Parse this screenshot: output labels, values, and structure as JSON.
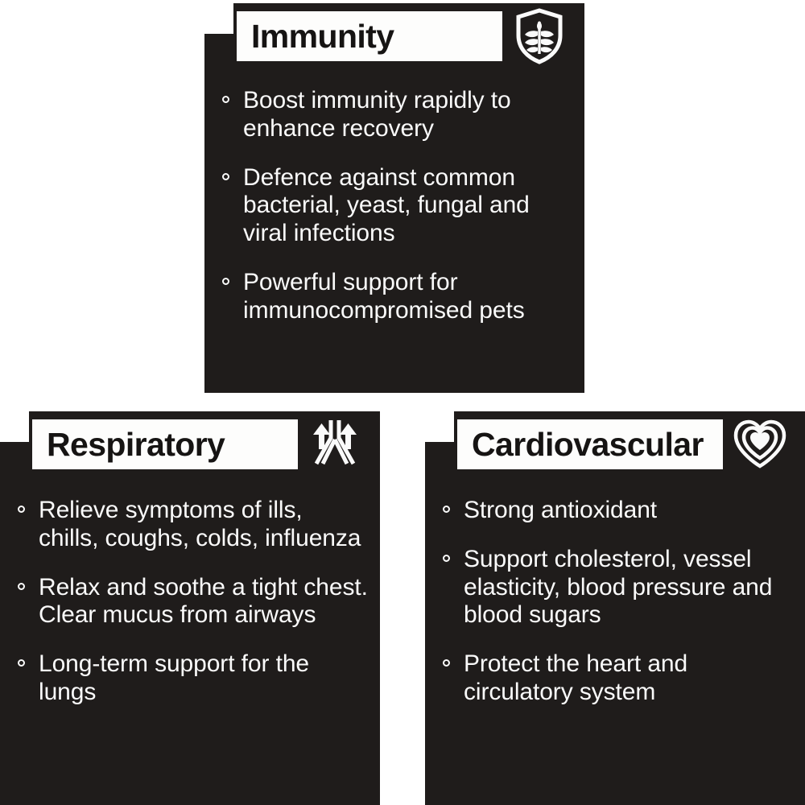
{
  "palette": {
    "card_background": "#1f1c1b",
    "plate_background": "#fdfdfc",
    "title_text": "#161413",
    "body_text": "#fafafa",
    "page_background": "#ffffff"
  },
  "cards": [
    {
      "id": "immunity",
      "title": "Immunity",
      "icon": "shield-leaf-icon",
      "bullets": [
        "Boost immunity rapidly to enhance recovery",
        "Defence against common bacterial, yeast, fungal and viral infections",
        "Powerful support for immunocompromised pets"
      ]
    },
    {
      "id": "respiratory",
      "title": "Respiratory",
      "icon": "bronchi-arrows-icon",
      "bullets": [
        "Relieve symptoms of ills, chills, coughs, colds, influenza",
        "Relax and soothe a tight chest. Clear mucus from airways",
        "Long-term support for the lungs"
      ]
    },
    {
      "id": "cardiovascular",
      "title": "Cardiovascular",
      "icon": "nested-hearts-icon",
      "bullets": [
        "Strong antioxidant",
        "Support cholesterol, vessel elasticity, blood pressure and blood sugars",
        "Protect the heart and circulatory system"
      ]
    }
  ]
}
